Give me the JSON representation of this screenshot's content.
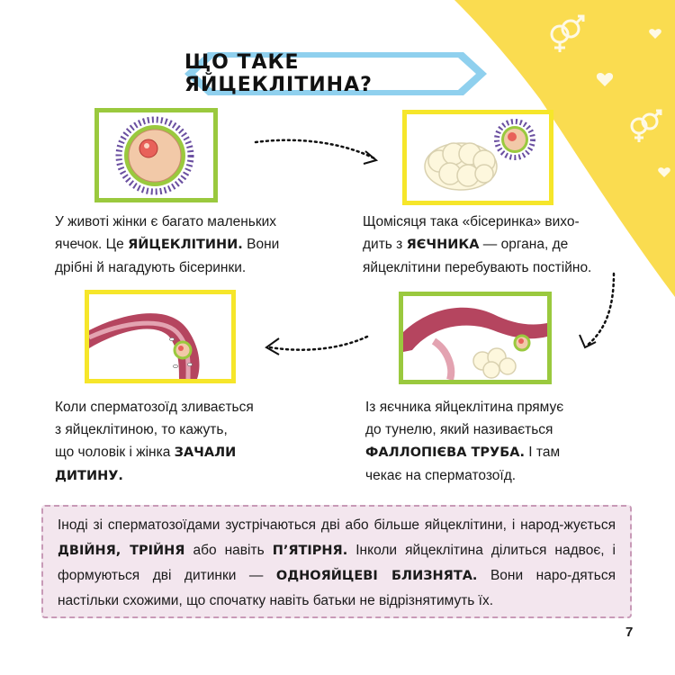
{
  "title": "Що таке яйцеклітина?",
  "colors": {
    "yellow": "#f6e62a",
    "green": "#9ac93e",
    "pink_box": "#f3e6ee",
    "corner": "#fadc50"
  },
  "icons": [
    "gender-symbols-icon",
    "heart-icon"
  ],
  "paragraphs": {
    "p1": {
      "l1": "У животі жінки є багато маленьких",
      "l2a": "ячечок. Це ",
      "l2b": "ЯЙЦЕКЛІТИНИ.",
      "l2c": " Вони",
      "l3": "дрібні й нагадують бісеринки."
    },
    "p2": {
      "l1": "Щомісяця така «бісеринка» вихо-",
      "l2a": "дить з ",
      "l2b": "ЯЄЧНИКА",
      "l2c": " — органа, де",
      "l3": "яйцеклітини перебувають постійно."
    },
    "p3": {
      "l1": "Коли сперматозоїд зливається",
      "l2": "з яйцеклітиною, то кажуть,",
      "l3a": "що чоловік і жінка ",
      "l3b": "ЗАЧАЛИ",
      "l4": "ДИТИНУ."
    },
    "p4": {
      "l1": "Із яєчника яйцеклітина прямує",
      "l2": "до тунелю, який називається",
      "l3a": "ФАЛЛОПІЄВА ТРУБА.",
      "l3b": " І там",
      "l4": "чекає на сперматозоїд."
    }
  },
  "info": {
    "a": "Іноді зі сперматозоїдами зустрічаються дві або більше яйцеклітини, і народ-жується ",
    "b": "ДВІЙНЯ, ТРІЙНЯ",
    "c": " або навіть ",
    "d": "П’ЯТІРНЯ.",
    "e": " Інколи яйцеклітина ділиться надвоє, і формуються дві дитинки — ",
    "f": "ОДНОЯЙЦЕВІ БЛИЗНЯТА.",
    "g": " Вони наро-дяться настільки схожими, що спочатку навіть батьки не відрізнятимуть їх."
  },
  "page_number": "7"
}
